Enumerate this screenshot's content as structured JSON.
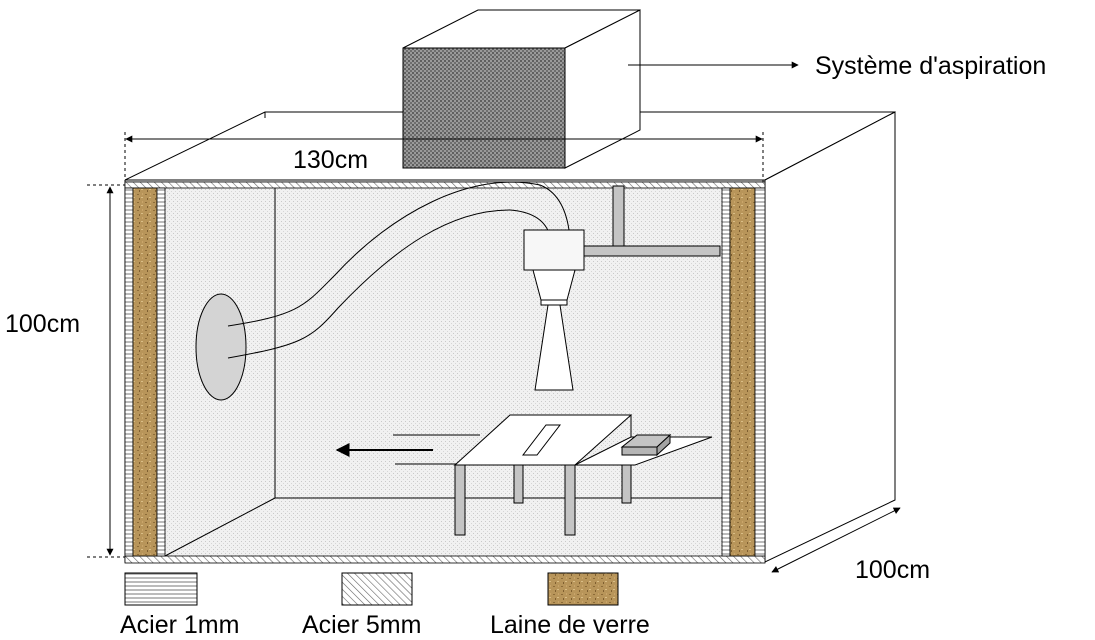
{
  "labels": {
    "suction_system": "Système d'aspiration",
    "width": "130cm",
    "height": "100cm",
    "depth": "100cm"
  },
  "legend": [
    {
      "label": "Acier 1mm",
      "pattern": "horizontal-lines"
    },
    {
      "label": "Acier 5mm",
      "pattern": "diagonal-hatch"
    },
    {
      "label": "Laine de verre",
      "pattern": "glass-wool",
      "color": "#b8955a"
    }
  ],
  "colors": {
    "cabin_fill": "#ececec",
    "part_fill": "#c4c4c4",
    "suction_fill": "#8a8a8a",
    "glass_wool": "#b8955a"
  }
}
